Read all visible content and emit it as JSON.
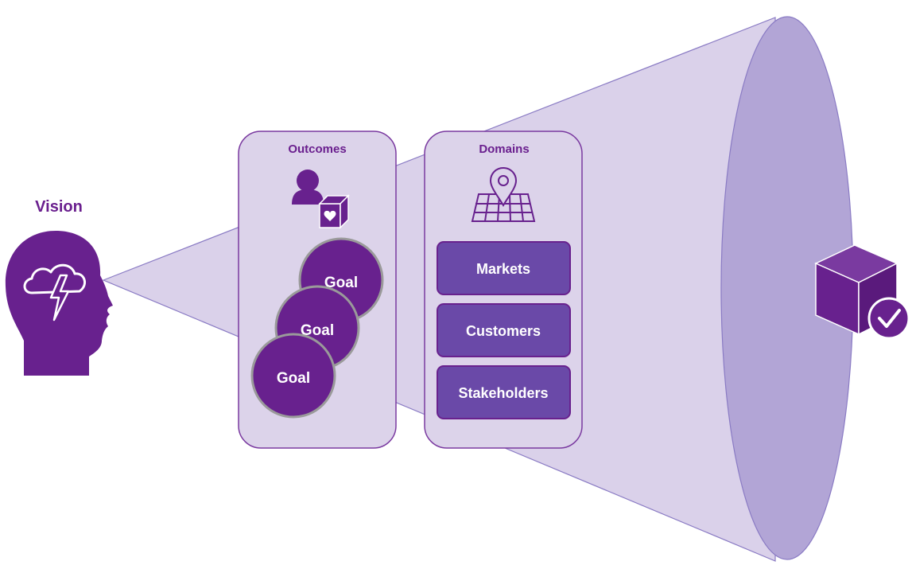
{
  "vision": {
    "label": "Vision",
    "icon": "head-brainstorm-icon"
  },
  "outcomes": {
    "title": "Outcomes",
    "icon": "person-with-heart-box-icon",
    "goals": [
      "Goal",
      "Goal",
      "Goal"
    ]
  },
  "domains": {
    "title": "Domains",
    "icon": "map-pin-icon",
    "items": [
      "Markets",
      "Customers",
      "Stakeholders"
    ]
  },
  "result": {
    "icon": "box-with-checkmark-icon"
  },
  "colors": {
    "primary": "#68218e",
    "title": "#6a1f8e",
    "cone_fill": "#dad1ea",
    "cone_end": "#b2a5d6",
    "panel_fill": "#dcd3ea",
    "panel_border": "#7a3aa0",
    "domain_button": "#6a49a8"
  }
}
